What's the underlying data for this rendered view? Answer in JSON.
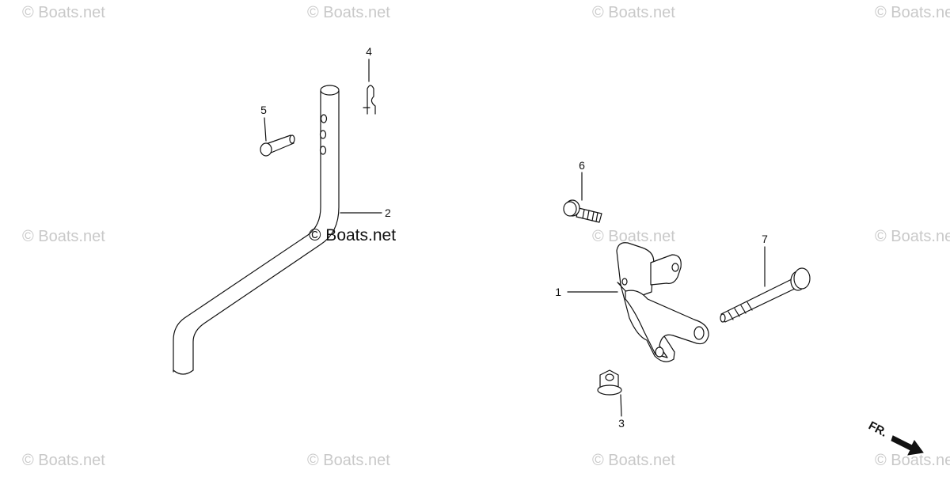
{
  "watermark": {
    "text": "© Boats.net"
  },
  "callouts": [
    "1",
    "2",
    "3",
    "4",
    "5",
    "6",
    "7"
  ],
  "direction_marker": {
    "label": "FR."
  }
}
